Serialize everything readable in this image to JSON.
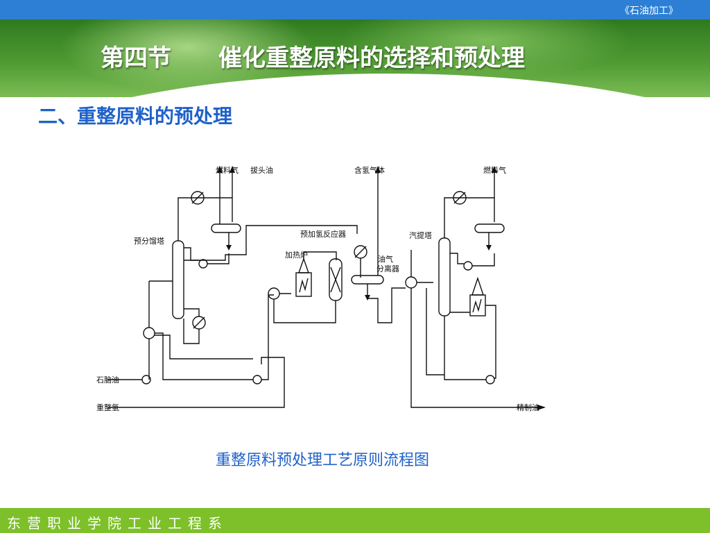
{
  "header": {
    "course_tag": "《石油加工》",
    "section_title": "第四节　　催化重整原料的选择和预处理"
  },
  "subtitle": "二、重整原料的预处理",
  "diagram": {
    "labels": {
      "fuel_gas_1": "燃料气",
      "topped_oil": "拔头油",
      "hydrogen_gas": "含氢气体",
      "fuel_gas_2": "燃料气",
      "prefractionator": "预分馏塔",
      "prehydro_reactor": "预加氢反应器",
      "heater": "加热炉",
      "oil_gas_separator_1": "油气",
      "oil_gas_separator_2": "分离器",
      "stripper": "汽提塔",
      "naphtha": "石脑油",
      "reforming_hydrogen": "重整氢",
      "refined_oil": "精制油"
    }
  },
  "caption": "重整原料预处理工艺原则流程图",
  "footer": "东营职业学院工业工程系"
}
